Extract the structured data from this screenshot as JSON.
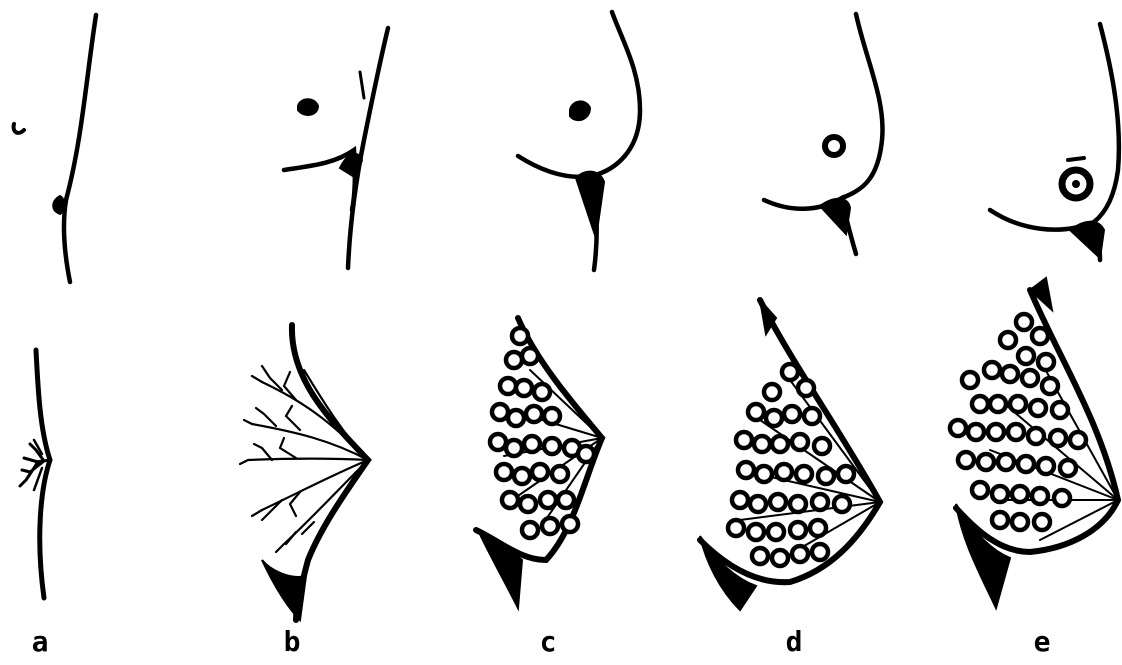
{
  "figure": {
    "stroke_color": "#000000",
    "background": "#ffffff",
    "panels": [
      {
        "label": "a"
      },
      {
        "label": "b"
      },
      {
        "label": "c"
      },
      {
        "label": "d"
      },
      {
        "label": "e"
      }
    ]
  }
}
